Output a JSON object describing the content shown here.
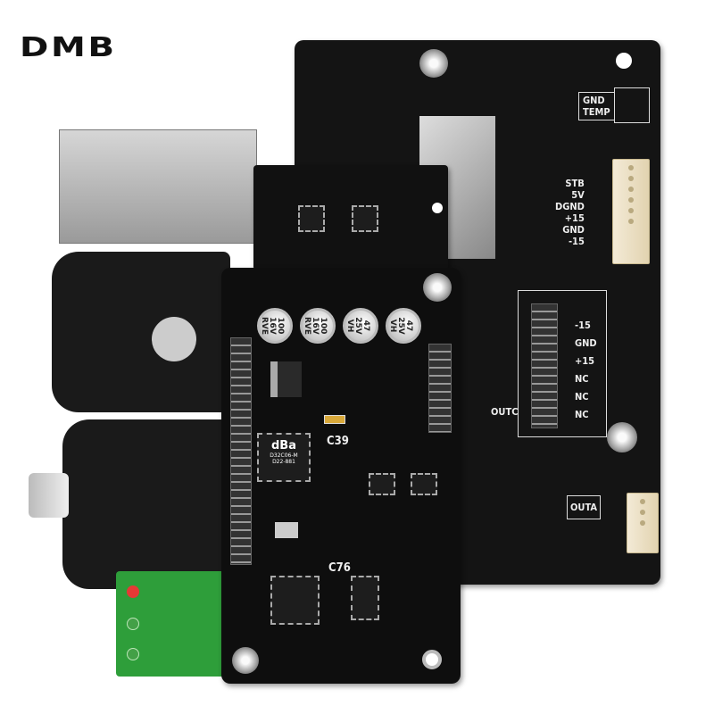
{
  "logo": {
    "text": "DMB"
  },
  "back_board": {
    "gnd_temp_label": [
      "GND",
      "TEMP"
    ],
    "power_labels": [
      "STB",
      "5V",
      "DGND",
      "+15",
      "GND",
      "-15"
    ],
    "output_labels": [
      "-15",
      "GND",
      "+15",
      "NC",
      "NC",
      "NC"
    ],
    "outc_label": "OUTC",
    "outa_label": "OUTA"
  },
  "front_board": {
    "capacitors": [
      {
        "value": "100",
        "voltage": "16V",
        "series": "RVE"
      },
      {
        "value": "100",
        "voltage": "16V",
        "series": "RVE"
      },
      {
        "value": "47",
        "voltage": "25V",
        "series": "VH"
      },
      {
        "value": "47",
        "voltage": "25V",
        "series": "VH"
      }
    ],
    "c39_label": "C39",
    "c76_label": "C76",
    "chip_brand": "dBa",
    "chip_model": "D32C06-M",
    "chip_code": "D22-881"
  },
  "colors": {
    "board": "#111111",
    "led_red": "#e53935",
    "led_green": "#43a047",
    "green_pcb": "#2e9e3a"
  }
}
